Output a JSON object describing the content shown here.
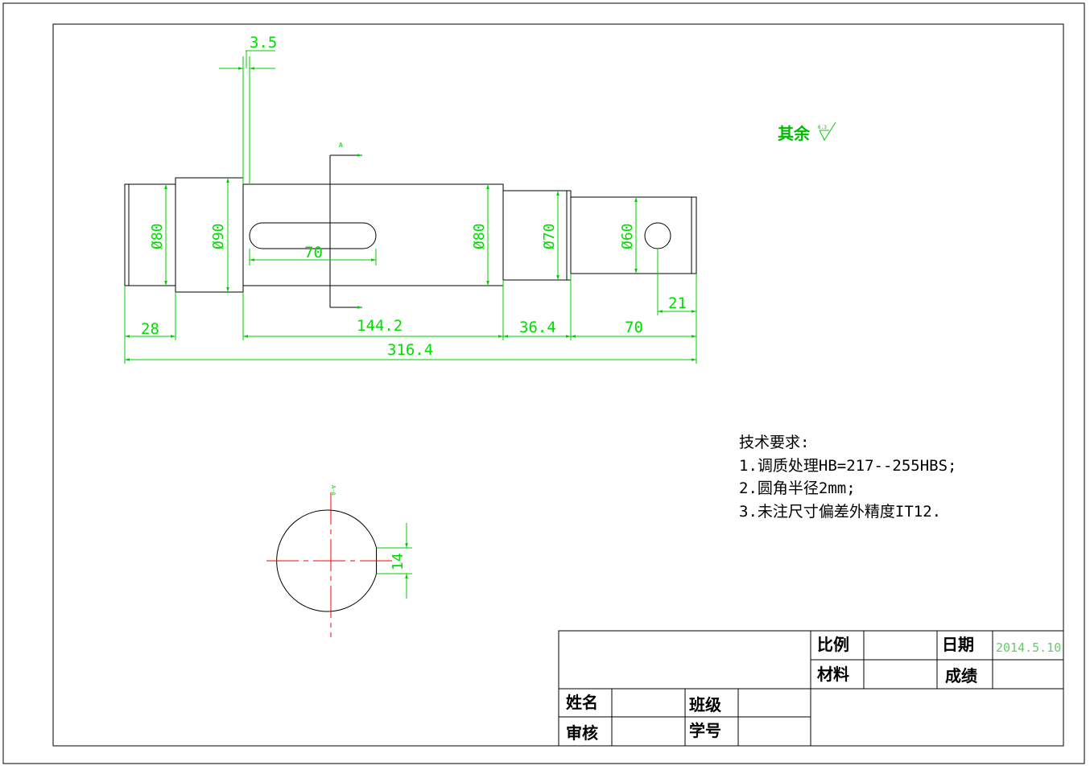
{
  "dimensions": {
    "offset_top": "3.5",
    "section_marker": "A",
    "dia_1": "Ø80",
    "dia_2": "Ø90",
    "dia_3": "Ø80",
    "dia_4": "Ø70",
    "dia_5": "Ø60",
    "keyway_length": "70",
    "hole_offset": "21",
    "len_1": "28",
    "len_2": "144.2",
    "len_3": "36.4",
    "len_4": "70",
    "total_length": "316.4",
    "key_width": "14",
    "section_label": "A-A"
  },
  "roughness": {
    "label": "其余",
    "value": "6.3"
  },
  "tech_requirements": {
    "title": "技术要求:",
    "items": [
      "1.调质处理HB=217--255HBS;",
      "2.圆角半径2mm;",
      "3.未注尺寸偏差外精度IT12."
    ]
  },
  "title_block": {
    "scale_label": "比例",
    "scale_value": "",
    "date_label": "日期",
    "date_value": "2014.5.10",
    "material_label": "材料",
    "material_value": "",
    "grade_label": "成绩",
    "grade_value": "",
    "name_label": "姓名",
    "name_value": "",
    "class_label": "班级",
    "class_value": "",
    "review_label": "审核",
    "review_value": "",
    "student_id_label": "学号",
    "student_id_value": ""
  },
  "colors": {
    "outline": "#000000",
    "dimension": "#00cc00",
    "centerline": "#ff0000",
    "date_text": "#66cc66"
  }
}
